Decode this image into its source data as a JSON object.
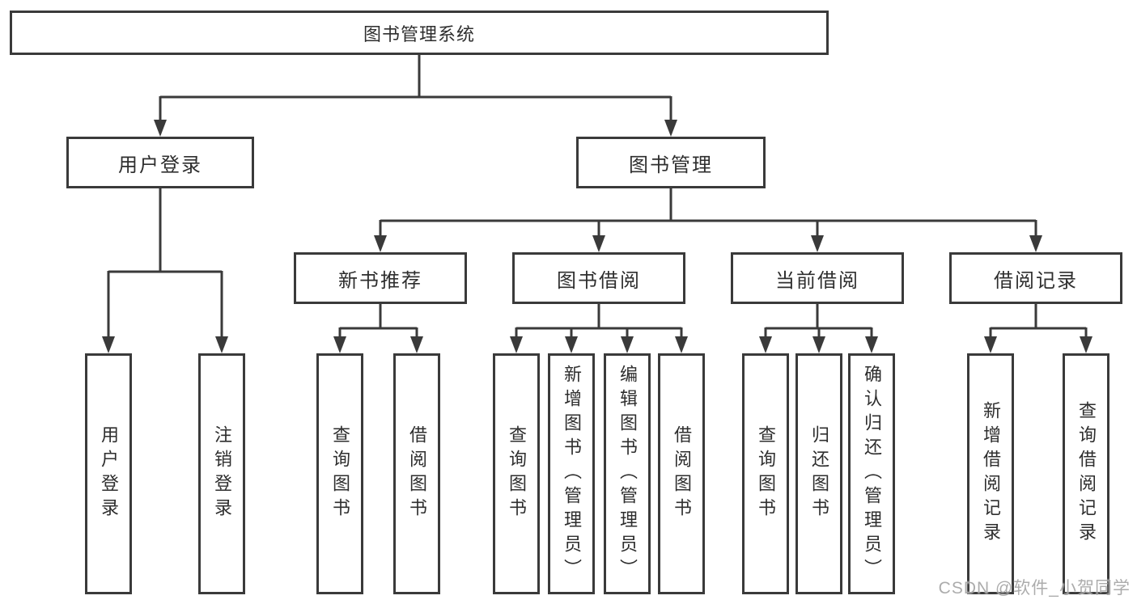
{
  "diagram": {
    "type": "hierarchy-function-structure",
    "colors": {
      "line": "#3a3a3a",
      "border": "#3a3a3a",
      "text": "#2e2e2e",
      "background": "#ffffff",
      "watermark": "#9e9e9e"
    },
    "root": {
      "label": "图书管理系统"
    },
    "level2": [
      {
        "label": "用户登录",
        "parent": "图书管理系统"
      },
      {
        "label": "图书管理",
        "parent": "图书管理系统"
      }
    ],
    "level3": [
      {
        "label": "新书推荐",
        "parent": "图书管理"
      },
      {
        "label": "图书借阅",
        "parent": "图书管理"
      },
      {
        "label": "当前借阅",
        "parent": "图书管理"
      },
      {
        "label": "借阅记录",
        "parent": "图书管理"
      }
    ],
    "leaves": [
      {
        "label": "用户登录",
        "parent": "用户登录"
      },
      {
        "label": "注销登录",
        "parent": "用户登录"
      },
      {
        "label": "查询图书",
        "parent": "新书推荐"
      },
      {
        "label": "借阅图书",
        "parent": "新书推荐"
      },
      {
        "label": "查询图书",
        "parent": "图书借阅"
      },
      {
        "label": "新增图书（管理员）",
        "parent": "图书借阅"
      },
      {
        "label": "编辑图书（管理员）",
        "parent": "图书借阅"
      },
      {
        "label": "借阅图书",
        "parent": "图书借阅"
      },
      {
        "label": "查询图书",
        "parent": "当前借阅"
      },
      {
        "label": "归还图书",
        "parent": "当前借阅"
      },
      {
        "label": "确认归还（管理员）",
        "parent": "当前借阅"
      },
      {
        "label": "新增借阅记录",
        "parent": "借阅记录"
      },
      {
        "label": "查询借阅记录",
        "parent": "借阅记录"
      }
    ]
  },
  "watermark": {
    "text": "CSDN @软件_小贺同学"
  }
}
